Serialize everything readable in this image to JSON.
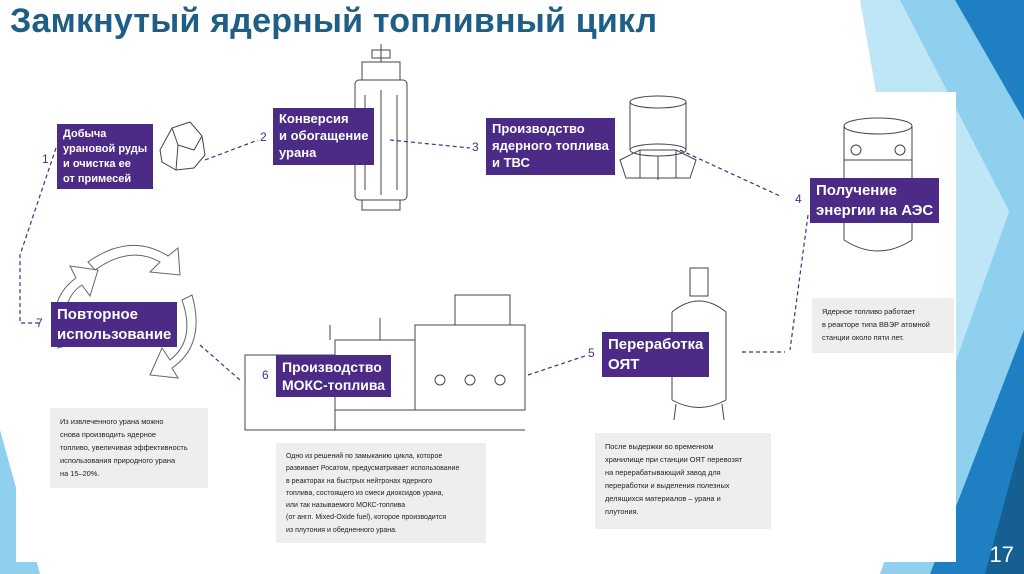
{
  "slide": {
    "title": "Замкнутый ядерный топливный цикл",
    "page_number": "17",
    "colors": {
      "accent": "#4b2b86",
      "title": "#1f5f86",
      "deco_blue": "#1e7fc2",
      "deco_light": "#8fd0ef"
    }
  },
  "steps": [
    {
      "number": "1",
      "label": "Добыча\nурановой руды\nи очистка ее\nот примесей",
      "icon": "uranium-ore-icon"
    },
    {
      "number": "2",
      "label": "Конверсия\nи обогащение\nурана",
      "icon": "centrifuge-icon"
    },
    {
      "number": "3",
      "label": "Производство\nядерного топлива\nи ТВС",
      "icon": "fuel-assembly-icon"
    },
    {
      "number": "4",
      "label": "Получение\nэнергии на АЭС",
      "icon": "reactor-vessel-icon"
    },
    {
      "number": "5",
      "label": "Переработка\nОЯТ",
      "icon": "cask-icon"
    },
    {
      "number": "6",
      "label": "Производство\nМОКС-топлива",
      "icon": "mox-plant-icon"
    },
    {
      "number": "7",
      "label": "Повторное\nиспользование",
      "icon": "recycle-icon"
    }
  ],
  "notes": {
    "reactor": "Ядерное топливо работает\nв реакторе типа ВВЭР атомной\nстанции около пяти лет.",
    "reprocessing": "После выдержки во временном\nхранилище при станции ОЯТ перевозят\nна перерабатывающий завод для\nпереработки и выделения полезных\nделящихся материалов – урана и\nплутония.",
    "mox": "Одно из решений по замыканию цикла, которое\nразвивает Росатом, предусматривает использование\nв реакторах на быстрых нейтронах ядерного\nтоплива, состоящего из смеси диоксидов урана,\nили так называемого МОКС-топлива\n(от англ. Mixed-Oxide fuel), которое производится\nиз плутония и обедненного урана.",
    "reuse": "Из извлеченного урана можно\nснова производить ядерное\nтопливо, увеличивая эффективность\nиспользования природного урана\nна 15–20%."
  }
}
